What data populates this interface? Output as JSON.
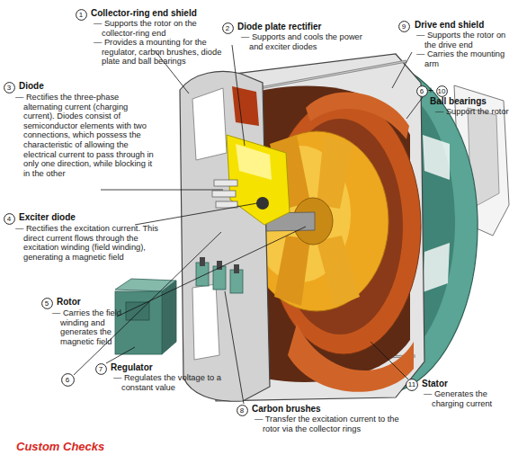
{
  "diagram": {
    "nodes": [
      {
        "text": [
          "1",
          "Collector-ring end shield",
          "— Supports the rotor on the collector-ring end",
          "— Provides a mounting for the regulator, carbon brushes, diode plate and ball bearings"
        ]
      },
      {
        "text": [
          "2",
          "Diode plate rectifier",
          "— Supports and cools the power and exciter diodes"
        ]
      },
      {
        "text": [
          "9",
          "Drive end shield",
          "— Supports the rotor on the drive end",
          "— Carries the mounting arm"
        ]
      },
      {
        "text": [
          "6"
        ]
      },
      {
        "text": [
          "10",
          "Ball bearings",
          "— Support the rotor"
        ]
      },
      {
        "text": [
          "3",
          "Diode",
          "— Rectifies the three-phase alternating current (charging current). Diodes consist of semiconductor elements with two connections, which possess the characteristic of allowing the electrical current to pass through in only one direction, while blocking it in the other"
        ]
      },
      {
        "text": [
          "4",
          "Exciter diode",
          "— Rectifies the excitation current. This direct current flows through the excitation winding (field winding), generating a magnetic field"
        ]
      },
      {
        "text": [
          "5",
          "Rotor",
          "— Carries the field winding and generates the magnetic field"
        ]
      },
      {
        "text": [
          "6"
        ]
      },
      {
        "text": [
          "7",
          "Regulator",
          "— Regulates the voltage to a constant value"
        ]
      },
      {
        "text": [
          "8",
          "Carbon brushes",
          "— Transfer the excitation current to the rotor via the collector rings"
        ]
      },
      {
        "text": [
          "11",
          "Stator",
          "— Generates the charging current"
        ]
      }
    ],
    "labels": [
      "+",
      "Custom Checks"
    ]
  }
}
